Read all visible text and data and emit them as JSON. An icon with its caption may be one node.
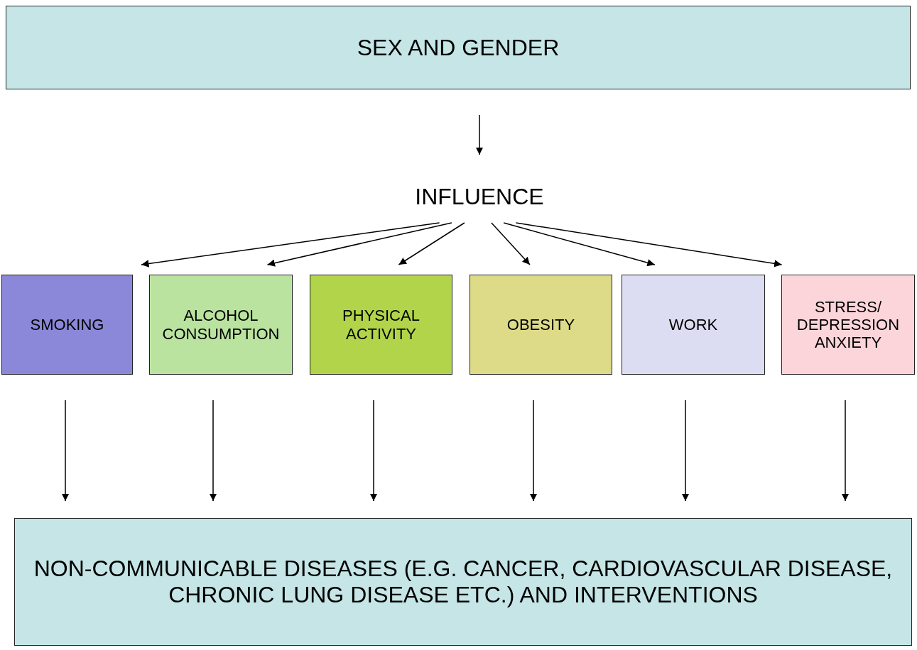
{
  "diagram": {
    "nodes": [
      {
        "text": [
          "SEX AND GENDER"
        ]
      },
      {
        "text": [
          "INFLUENCE"
        ]
      },
      {
        "text": [
          "SMOKING"
        ]
      },
      {
        "text": [
          "ALCOHOL CONSUMPTION"
        ]
      },
      {
        "text": [
          "PHYSICAL ACTIVITY"
        ]
      },
      {
        "text": [
          "OBESITY"
        ]
      },
      {
        "text": [
          "WORK"
        ]
      },
      {
        "text": [
          "STRESS/ DEPRESSION ANXIETY"
        ]
      },
      {
        "text": [
          "NON-COMMUNICABLE DISEASES (E.G. CANCER, CARDIOVASCULAR DISEASE, CHRONIC LUNG DISEASE ETC.) AND INTERVENTIONS"
        ]
      }
    ],
    "edges": [
      {
        "from": 0,
        "to": 1,
        "arrow": "to"
      },
      {
        "from": 1,
        "to": 2,
        "arrow": "to"
      },
      {
        "from": 1,
        "to": 3,
        "arrow": "to"
      },
      {
        "from": 1,
        "to": 4,
        "arrow": "to"
      },
      {
        "from": 1,
        "to": 5,
        "arrow": "to"
      },
      {
        "from": 1,
        "to": 6,
        "arrow": "to"
      },
      {
        "from": 1,
        "to": 7,
        "arrow": "to"
      },
      {
        "from": 2,
        "to": 8,
        "arrow": "to"
      },
      {
        "from": 3,
        "to": 8,
        "arrow": "to"
      },
      {
        "from": 4,
        "to": 8,
        "arrow": "to"
      },
      {
        "from": 5,
        "to": 8,
        "arrow": "to"
      },
      {
        "from": 6,
        "to": 8,
        "arrow": "to"
      },
      {
        "from": 7,
        "to": 8,
        "arrow": "to"
      }
    ]
  }
}
